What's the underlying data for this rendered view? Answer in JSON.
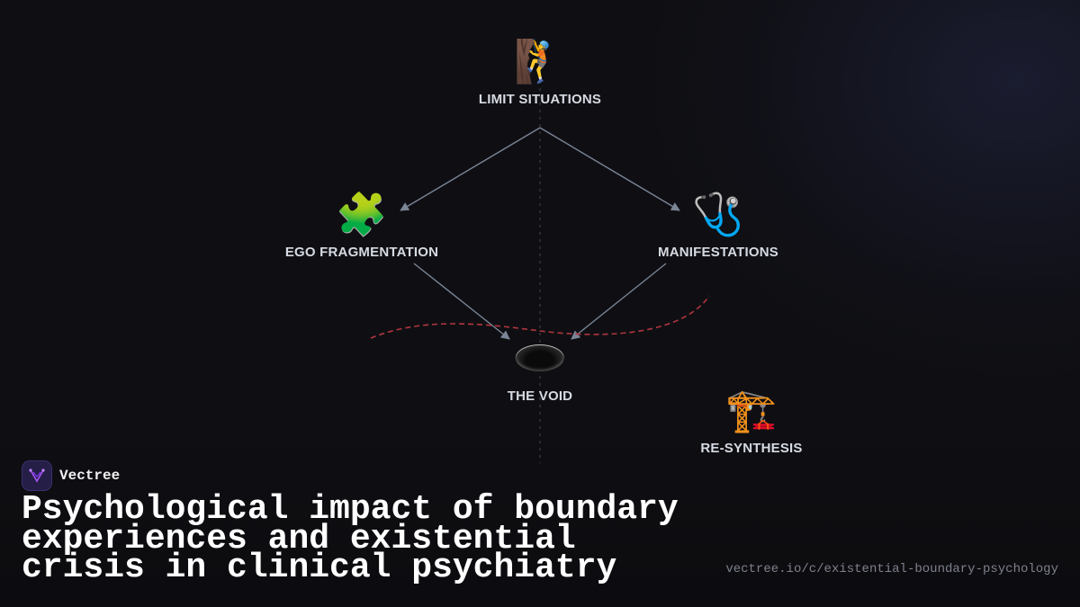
{
  "colors": {
    "background": "#0f0f13",
    "edge": "#7a8596",
    "dashed_curve": "#b0353f",
    "label": "#d6dae3"
  },
  "nodes": {
    "limit": {
      "emoji": "🧗",
      "label": "LIMIT SITUATIONS"
    },
    "ego": {
      "emoji": "🧩",
      "label": "EGO FRAGMENTATION"
    },
    "manifest": {
      "emoji": "🩺",
      "label": "MANIFESTATIONS"
    },
    "void": {
      "emoji": "hole-icon",
      "label": "THE VOID"
    },
    "resynth": {
      "emoji": "🏗️",
      "label": "RE-SYNTHESIS"
    }
  },
  "brand": {
    "name": "Vectree"
  },
  "title": "Psychological impact of boundary experiences and existential crisis in clinical psychiatry",
  "url": "vectree.io/c/existential-boundary-psychology"
}
